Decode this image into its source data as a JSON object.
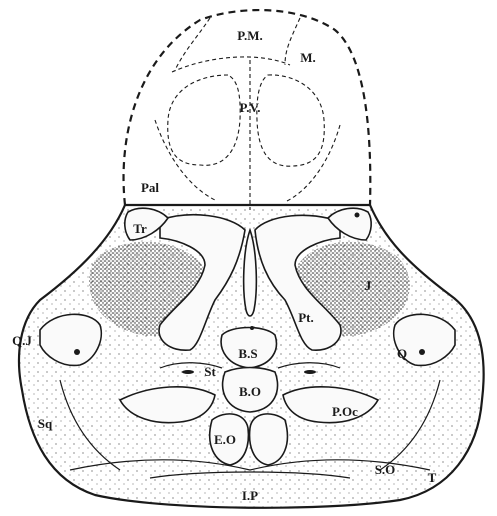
{
  "figure": {
    "labels": {
      "pm": "P.M.",
      "m": "M.",
      "pv": "P.V.",
      "pal": "Pal",
      "tr": "Tr",
      "j": "J",
      "pt": "Pt.",
      "qj": "Q.J",
      "q": "Q",
      "bs": "B.S",
      "st": "St",
      "bo": "B.O",
      "poc": "P.Oc",
      "sq": "Sq",
      "eo": "E.O",
      "so": "S.O",
      "t": "T",
      "ip": "I.P"
    }
  }
}
